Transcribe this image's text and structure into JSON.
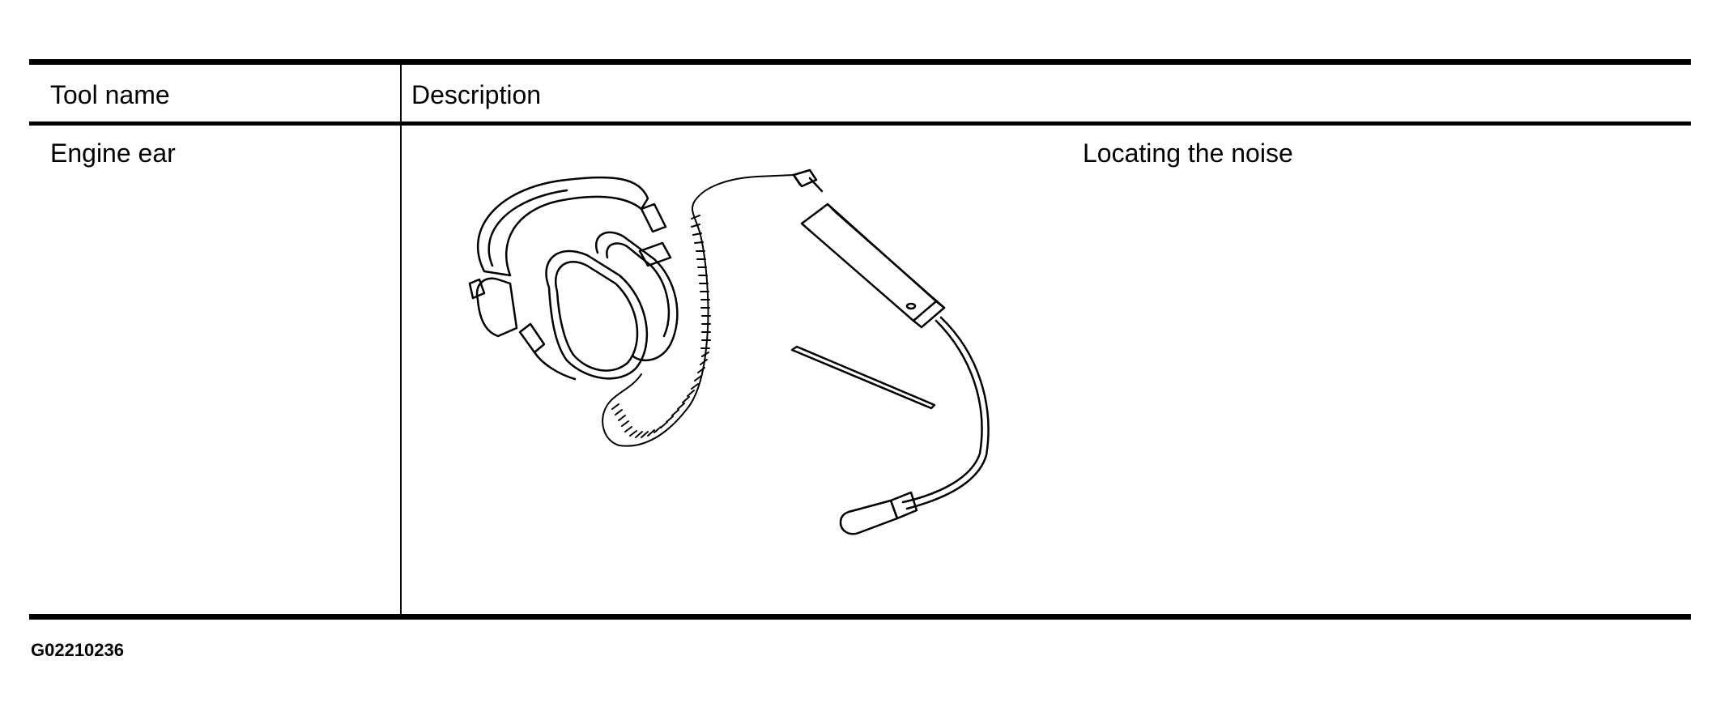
{
  "table": {
    "header": {
      "tool_name": "Tool name",
      "description": "Description"
    },
    "rows": [
      {
        "tool_name": "Engine ear",
        "caption": "Locating the noise",
        "image": "engine-ear-headphones-illustration"
      }
    ]
  },
  "figure_id": "G02210236"
}
